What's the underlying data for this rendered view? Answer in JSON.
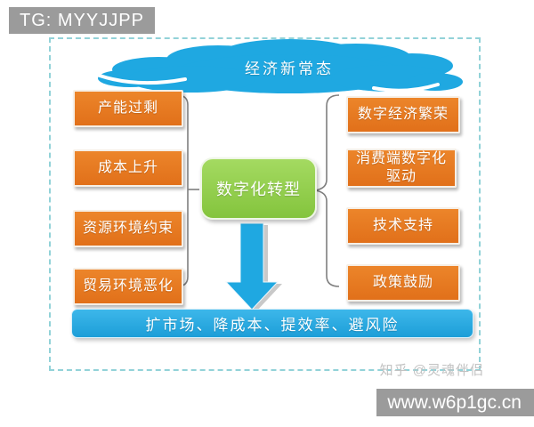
{
  "badges": {
    "top_left": "TG: MYYJJPP",
    "bottom_right": "www.w6p1gc.cn"
  },
  "watermark": "知乎 @灵魂伴侣",
  "diagram": {
    "cloud": {
      "label": "经济新常态"
    },
    "center": {
      "label": "数字化转型"
    },
    "left_factors": [
      "产能过剩",
      "成本上升",
      "资源环境约束",
      "贸易环境恶化"
    ],
    "right_factors": [
      "数字经济繁荣",
      "消费端数字化驱动",
      "技术支持",
      "政策鼓励"
    ],
    "bottom_bar": {
      "label": "扩市场、降成本、提效率、避风险"
    },
    "colors": {
      "orange": "#e4771f",
      "green": "#8cc63f",
      "blue": "#1fa8e1",
      "dashed_border": "#92d2d8",
      "badge_gray": "#9b9b9b",
      "bracket_gray": "#7f7f7f",
      "text_white": "#ffffff"
    }
  }
}
